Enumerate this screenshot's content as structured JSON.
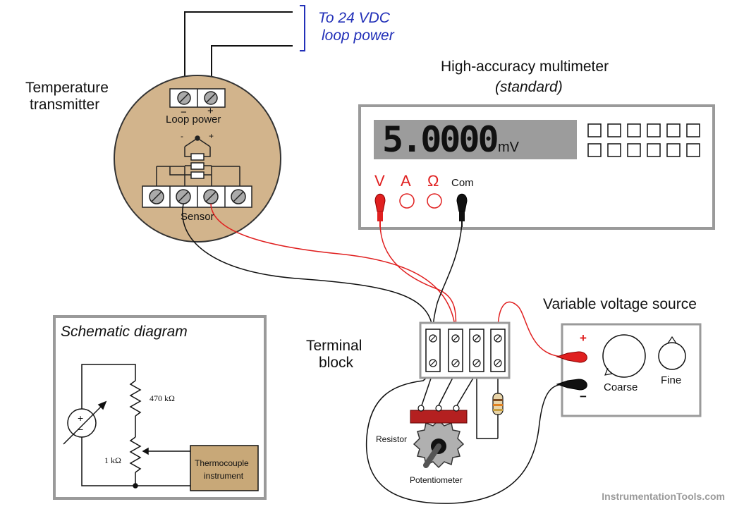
{
  "loop_note": {
    "line1": "To 24 VDC",
    "line2": "loop power"
  },
  "transmitter": {
    "title_line1": "Temperature",
    "title_line2": "transmitter",
    "loop_power_label": "Loop power",
    "sensor_label": "Sensor",
    "minus_sign": "−",
    "plus_sign": "+",
    "inner_minus": "-",
    "inner_plus": "+"
  },
  "multimeter": {
    "title": "High-accuracy multimeter",
    "subtitle": "(standard)",
    "reading": "5.0000",
    "unit": "mV",
    "jack_labels": [
      "V",
      "A",
      "Ω",
      "Com"
    ]
  },
  "terminal_block": {
    "line1": "Terminal",
    "line2": "block"
  },
  "voltage_source": {
    "title": "Variable voltage source",
    "plus": "+",
    "minus": "−",
    "coarse_label": "Coarse",
    "fine_label": "Fine"
  },
  "potentiometer": {
    "resistor_label": "Resistor",
    "pot_label": "Potentiometer"
  },
  "schematic": {
    "title": "Schematic diagram",
    "r1_label": "470 kΩ",
    "r2_label": "1 kΩ",
    "instrument_line1": "Thermocouple",
    "instrument_line2": "instrument"
  },
  "watermark": "InstrumentationTools.com",
  "colors": {
    "red_wire": "#e02020",
    "black_wire": "#111111",
    "blue_text": "#2230b8",
    "transmitter_body": "#d2b48c",
    "display_bg": "#9c9c9c",
    "pot_red": "#b42020"
  }
}
